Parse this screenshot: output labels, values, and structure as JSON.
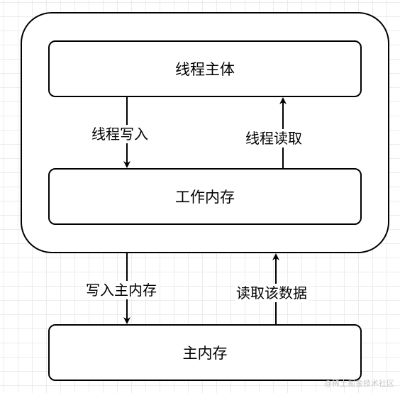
{
  "nodes": {
    "thread_body": "线程主体",
    "work_memory": "工作内存",
    "main_memory": "主内存"
  },
  "edges": {
    "thread_write": "线程写入",
    "thread_read": "线程读取",
    "write_main_memory": "写入主内存",
    "read_data": "读取该数据"
  },
  "watermark": "@稀土掘金技术社区"
}
